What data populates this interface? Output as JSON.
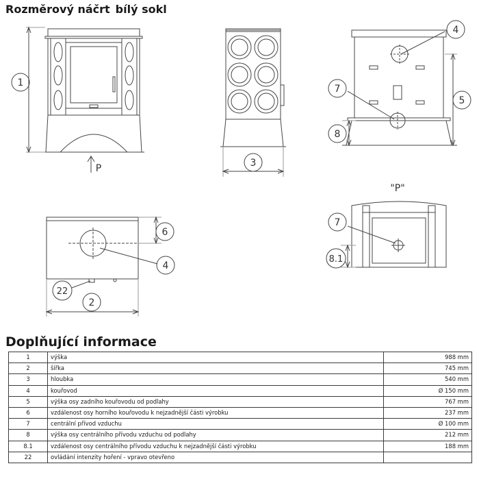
{
  "header": {
    "title": "Rozměrový náčrt",
    "subtitle": "bílý sokl"
  },
  "drawing": {
    "callouts": {
      "front_height": "1",
      "side_depth": "3",
      "rear_flue": "4",
      "rear_flue_height": "5",
      "rear_air_inlet": "7",
      "rear_air_height": "8",
      "top_flue_distance": "6",
      "top_flue": "4",
      "top_control": "22",
      "top_width": "2",
      "view_air_inlet": "7",
      "view_air_distance": "8.1"
    },
    "view_label": "\"P\"",
    "arrow_label": "P"
  },
  "info": {
    "title": "Doplňující informace",
    "rows": [
      {
        "num": "1",
        "label": "výška",
        "value": "988 mm"
      },
      {
        "num": "2",
        "label": "šířka",
        "value": "745 mm"
      },
      {
        "num": "3",
        "label": "hloubka",
        "value": "540 mm"
      },
      {
        "num": "4",
        "label": "kouřovod",
        "value": "Ø 150 mm"
      },
      {
        "num": "5",
        "label": "výška osy zadního kouřovodu od podlahy",
        "value": "767 mm"
      },
      {
        "num": "6",
        "label": "vzdálenost osy horního kouřovodu k nejzadnější části výrobku",
        "value": "237 mm"
      },
      {
        "num": "7",
        "label": "centrální přívod vzduchu",
        "value": "Ø 100 mm"
      },
      {
        "num": "8",
        "label": "výška osy centrálního přívodu vzduchu od podlahy",
        "value": "212 mm"
      },
      {
        "num": "8.1",
        "label": "vzdálenost osy centrálního přívodu vzduchu k nejzadnější části výrobku",
        "value": "188 mm"
      },
      {
        "num": "22",
        "label": "ovládání intenzity hoření - vpravo otevřeno",
        "value": ""
      }
    ]
  }
}
